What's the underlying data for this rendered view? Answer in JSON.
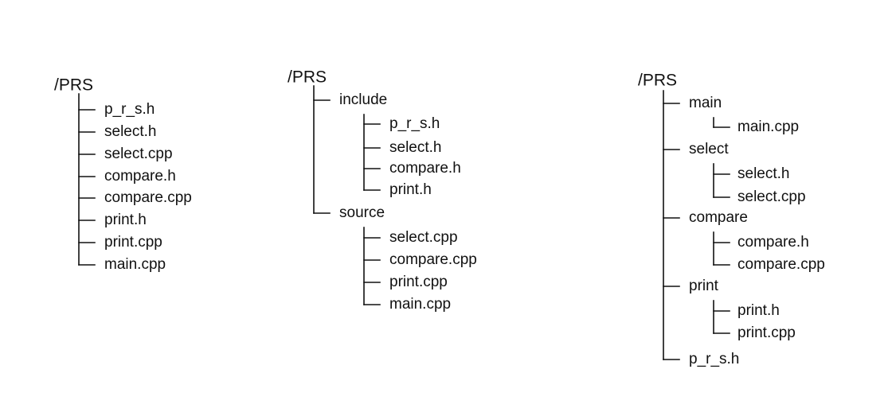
{
  "colors": {
    "background": "#ffffff",
    "line": "#111111",
    "text": "#111111"
  },
  "trees": [
    {
      "root": "/PRS",
      "children": [
        {
          "label": "p_r_s.h"
        },
        {
          "label": "select.h"
        },
        {
          "label": "select.cpp"
        },
        {
          "label": "compare.h"
        },
        {
          "label": "compare.cpp"
        },
        {
          "label": "print.h"
        },
        {
          "label": "print.cpp"
        },
        {
          "label": "main.cpp"
        }
      ]
    },
    {
      "root": "/PRS",
      "children": [
        {
          "label": "include",
          "children": [
            {
              "label": "p_r_s.h"
            },
            {
              "label": "select.h"
            },
            {
              "label": "compare.h"
            },
            {
              "label": "print.h"
            }
          ]
        },
        {
          "label": "source",
          "children": [
            {
              "label": "select.cpp"
            },
            {
              "label": "compare.cpp"
            },
            {
              "label": "print.cpp"
            },
            {
              "label": "main.cpp"
            }
          ]
        }
      ]
    },
    {
      "root": "/PRS",
      "children": [
        {
          "label": "main",
          "children": [
            {
              "label": "main.cpp"
            }
          ]
        },
        {
          "label": "select",
          "children": [
            {
              "label": "select.h"
            },
            {
              "label": "select.cpp"
            }
          ]
        },
        {
          "label": "compare",
          "children": [
            {
              "label": "compare.h"
            },
            {
              "label": "compare.cpp"
            }
          ]
        },
        {
          "label": "print",
          "children": [
            {
              "label": "print.h"
            },
            {
              "label": "print.cpp"
            }
          ]
        },
        {
          "label": "p_r_s.h"
        }
      ]
    }
  ]
}
